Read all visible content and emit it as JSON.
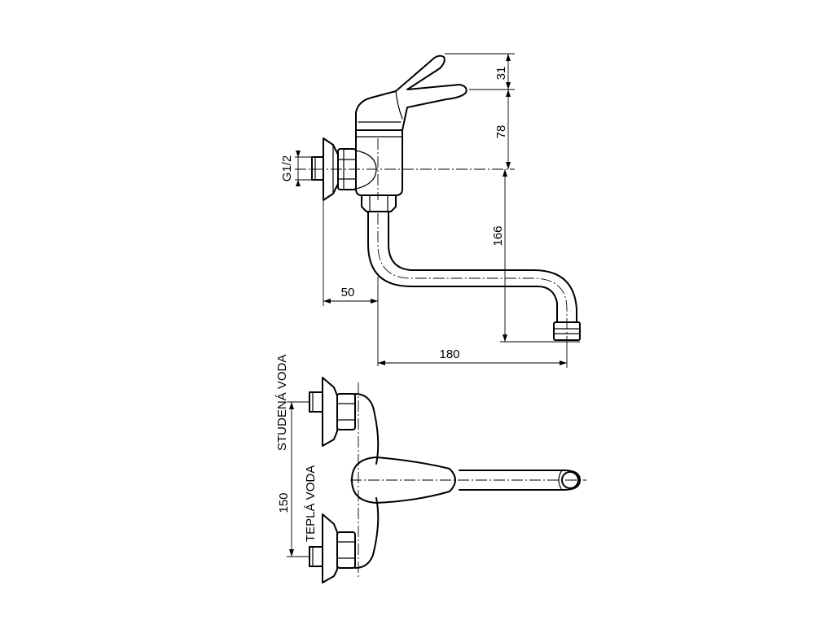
{
  "side_view": {
    "dimensions": {
      "handle_height": "31",
      "body_height": "78",
      "thread": "G1/2",
      "spout_drop": "166",
      "wall_offset": "50",
      "spout_reach": "180"
    }
  },
  "top_view": {
    "labels": {
      "cold_water": "STUDENÁ VODA",
      "hot_water": "TEPLÁ VODA",
      "inlet_spacing": "150"
    }
  }
}
